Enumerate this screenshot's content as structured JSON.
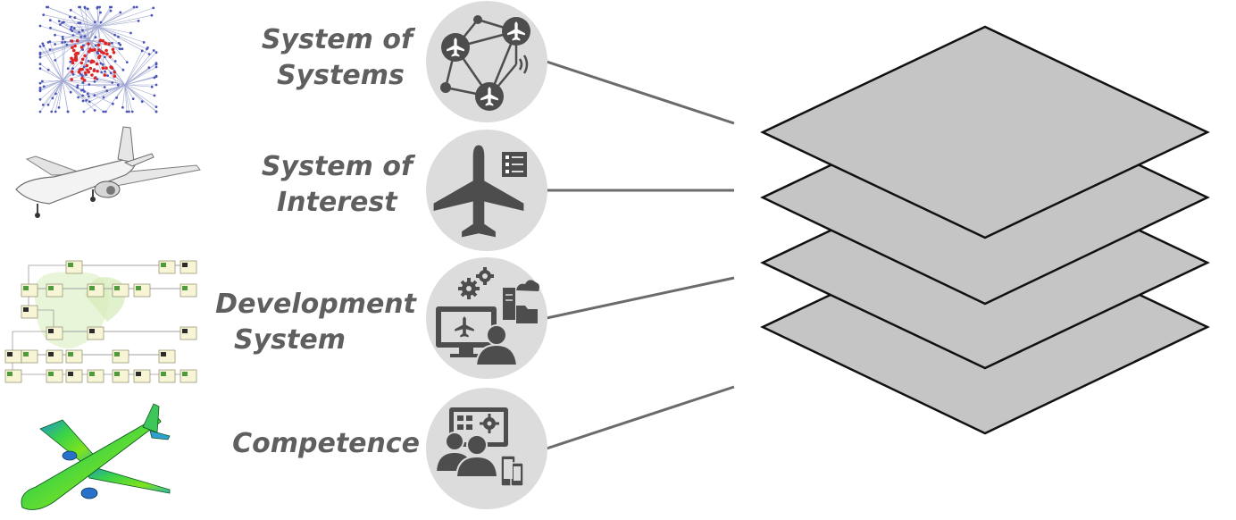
{
  "rows": [
    {
      "id": "sos",
      "line1": "System of",
      "line2": "Systems",
      "icon": "network-aircraft-icon",
      "thumb": "network-graph-thumbnail"
    },
    {
      "id": "soi",
      "line1": "System of",
      "line2": "Interest",
      "icon": "aircraft-checklist-icon",
      "thumb": "aircraft-3d-thumbnail"
    },
    {
      "id": "dev",
      "line1": "Development",
      "line2": "System",
      "icon": "workstation-gears-icon",
      "thumb": "toolchain-diagram-thumbnail"
    },
    {
      "id": "comp",
      "line1": "Competence",
      "line2": "",
      "icon": "team-dashboard-icon",
      "thumb": "aircraft-simulation-thumbnail"
    }
  ],
  "colors": {
    "label": "#5f5f5f",
    "circle": "#dcdcdc",
    "icon": "#4d4d4d",
    "connector": "#6b6b6b",
    "layer_fill": "#c5c5c5",
    "layer_stroke": "#111111"
  }
}
